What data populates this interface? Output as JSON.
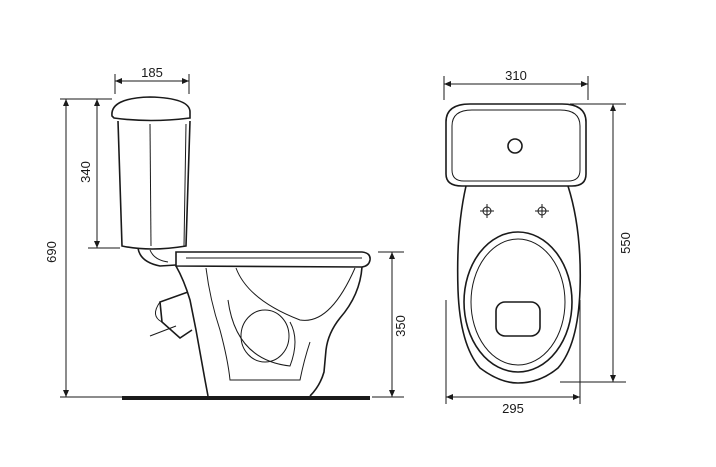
{
  "dimensions": {
    "tank_width": "185",
    "tank_height": "340",
    "total_height": "690",
    "seat_height": "350",
    "top_width": "310",
    "depth": "550",
    "base_width": "295"
  }
}
